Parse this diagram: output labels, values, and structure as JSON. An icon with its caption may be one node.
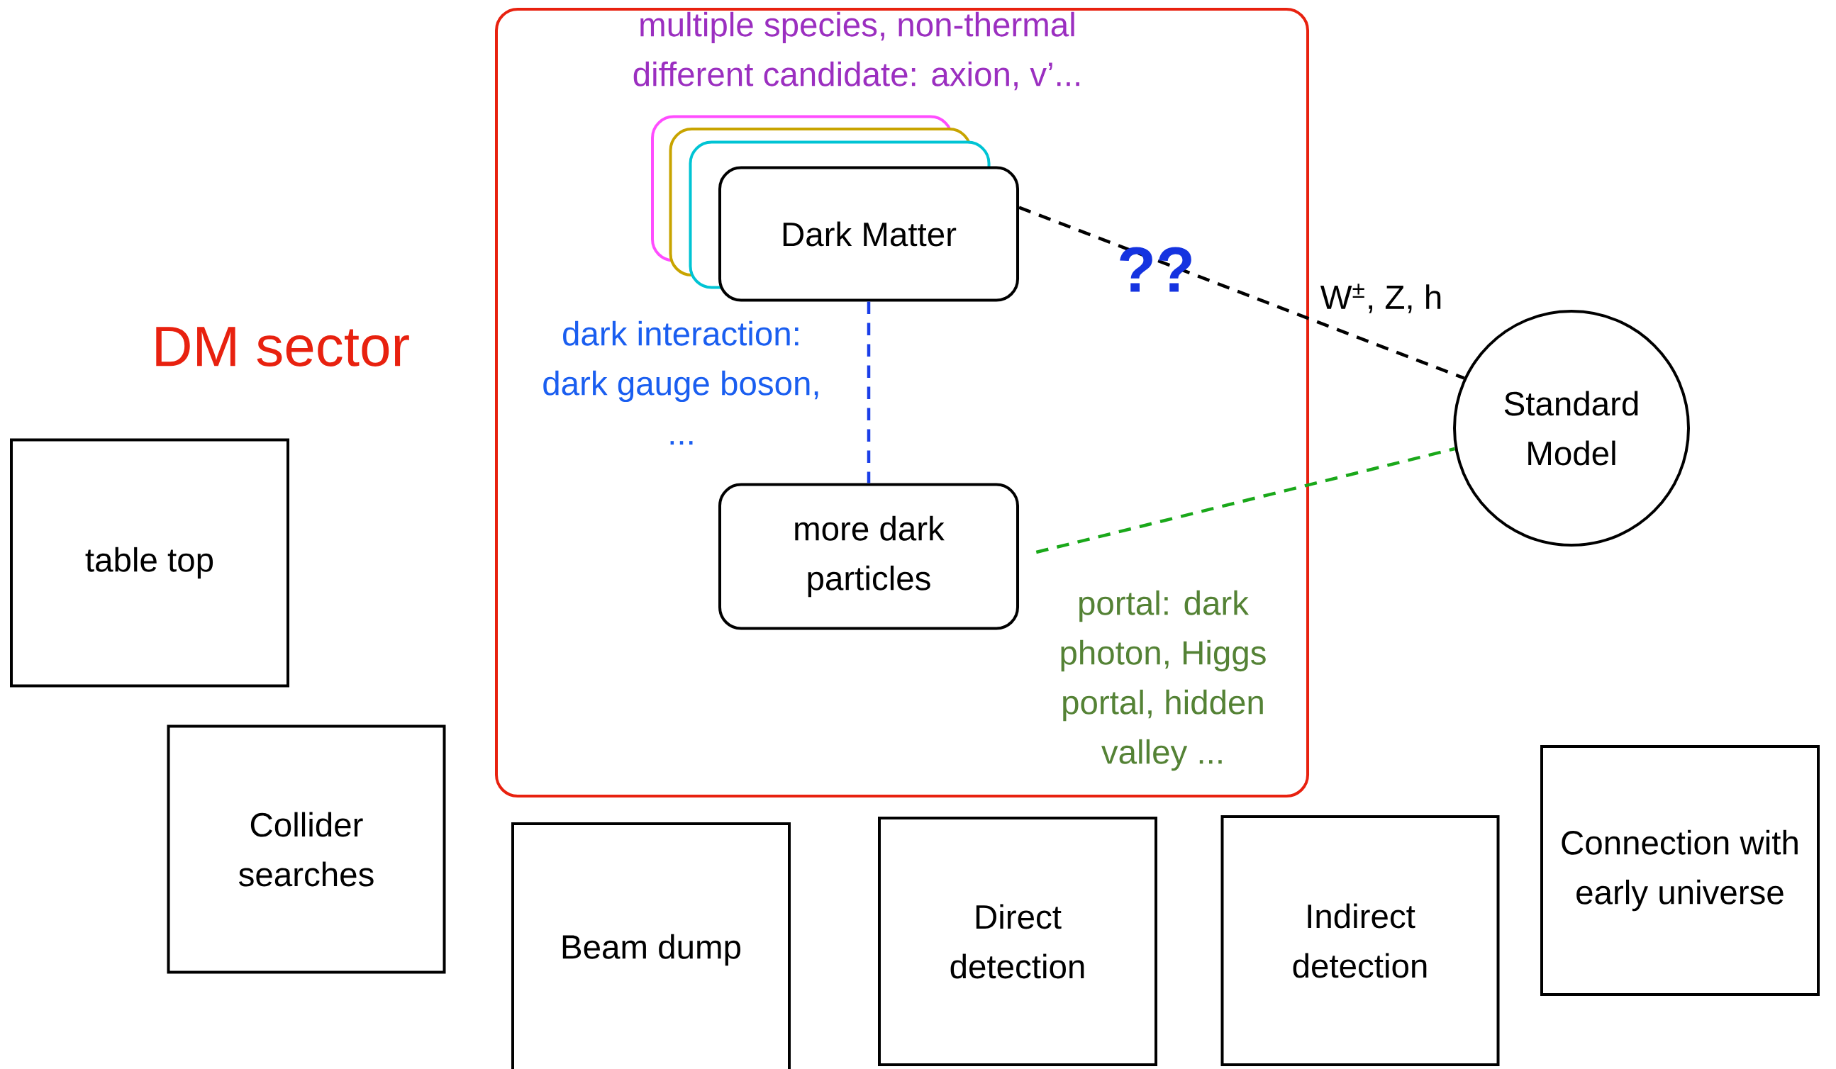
{
  "diagram": {
    "nodes": [
      {
        "text": [
          "DM sector"
        ]
      },
      {
        "text": [],
        "shape": "box",
        "in": 0
      },
      {
        "text": [],
        "shape": "box",
        "in": 0
      },
      {
        "text": [],
        "shape": "box",
        "in": 0
      },
      {
        "text": [
          "Dark Matter"
        ],
        "in": 0
      },
      {
        "text": [
          "more dark particles"
        ],
        "in": 0
      },
      {
        "text": [
          "Standard Model"
        ]
      },
      {
        "text": [
          "table top"
        ]
      },
      {
        "text": [
          "Collider searches"
        ]
      },
      {
        "text": [
          "Beam dump"
        ]
      },
      {
        "text": [
          "Direct detection"
        ]
      },
      {
        "text": [
          "Indirect detection"
        ]
      },
      {
        "text": [
          "Connection with early universe"
        ]
      }
    ],
    "edges": [
      {
        "from": 4,
        "to": 6,
        "arrow": "none",
        "label": "W$^{±}$, Z, h",
        "style": "dashed",
        "color": "#000000"
      },
      {
        "from": 4,
        "to": 5,
        "arrow": "none",
        "label": "dark interaction: dark gauge boson, ...",
        "style": "dashed",
        "color": "#1a3ee8"
      },
      {
        "from": 5,
        "to": 6,
        "arrow": "none",
        "label": "portal: dark photon, Higgs portal, hidden valley ...",
        "style": "dashed",
        "color": "#1aa81a"
      }
    ],
    "labels": [
      "multiple species, non-thermal different candidate: axion, v’...",
      "??"
    ]
  }
}
